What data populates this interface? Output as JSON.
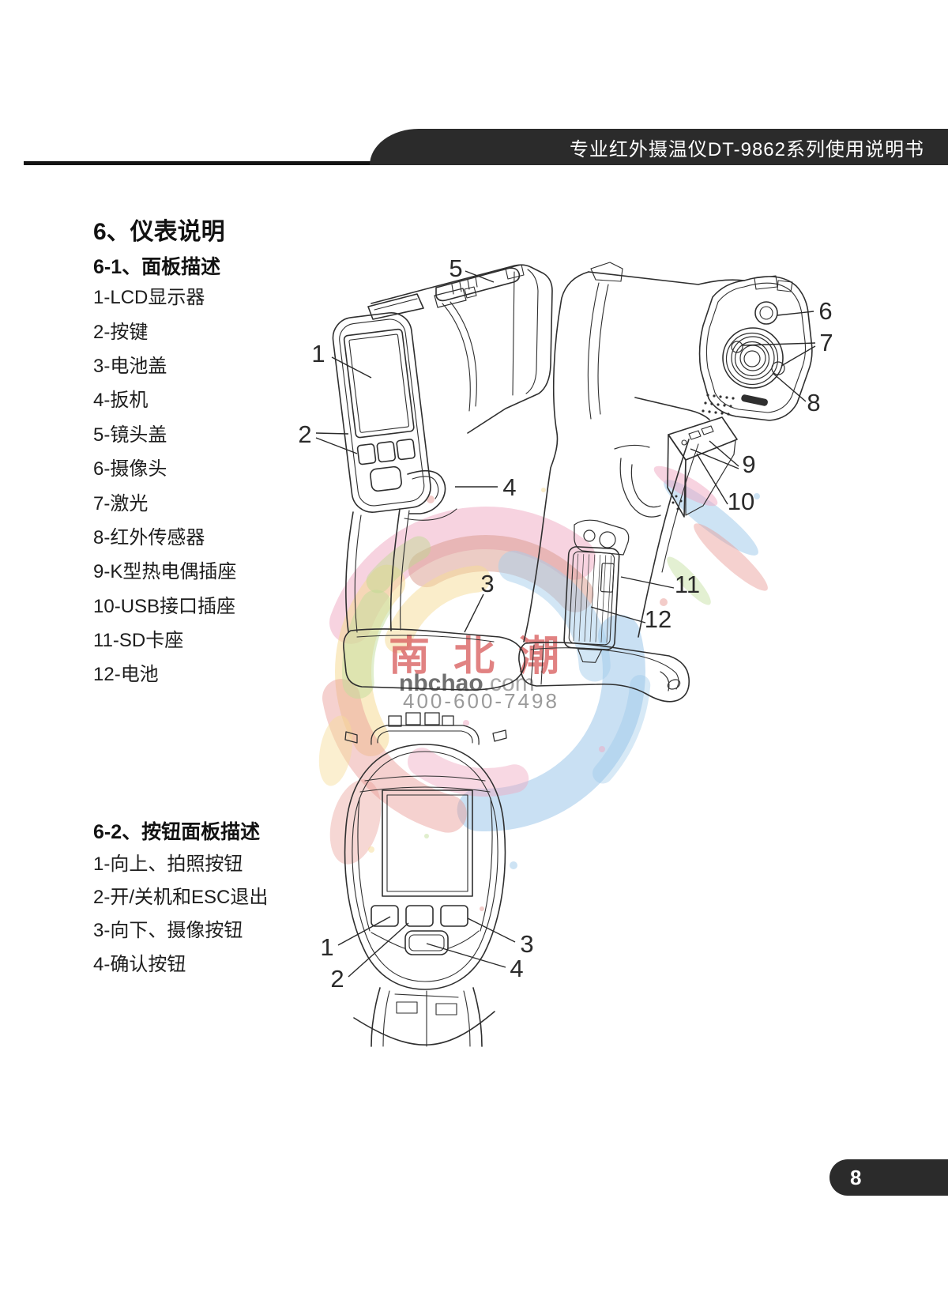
{
  "page": {
    "number": "8"
  },
  "header": {
    "title": "专业红外摄温仪DT-9862系列使用说明书"
  },
  "sections": {
    "instrument": {
      "title": "6、仪表说明",
      "subtitle": "6-1、面板描述",
      "items": [
        "1-LCD显示器",
        "2-按键",
        "3-电池盖",
        "4-扳机",
        "5-镜头盖",
        "6-摄像头",
        "7-激光",
        "8-红外传感器",
        "9-K型热电偶插座",
        "10-USB接口插座",
        "11-SD卡座",
        "12-电池"
      ]
    },
    "buttons": {
      "title": "6-2、按钮面板描述",
      "items": [
        "1-向上、拍照按钮",
        "2-开/关机和ESC退出",
        "3-向下、摄像按钮",
        "4-确认按钮"
      ]
    }
  },
  "figures": {
    "panel_callouts": [
      "1",
      "2",
      "3",
      "4",
      "5",
      "6",
      "7",
      "8",
      "9",
      "10",
      "11",
      "12"
    ],
    "button_callouts": [
      "1",
      "2",
      "3",
      "4"
    ]
  },
  "watermark": {
    "brand": "南北潮",
    "domain": "nbchao",
    "tld": ".com",
    "phone": "400-600-7498"
  },
  "colors": {
    "header_bar": "#2b2b2b",
    "line_art": "#2f2f2f",
    "watermark_red": "#d95f5f"
  }
}
